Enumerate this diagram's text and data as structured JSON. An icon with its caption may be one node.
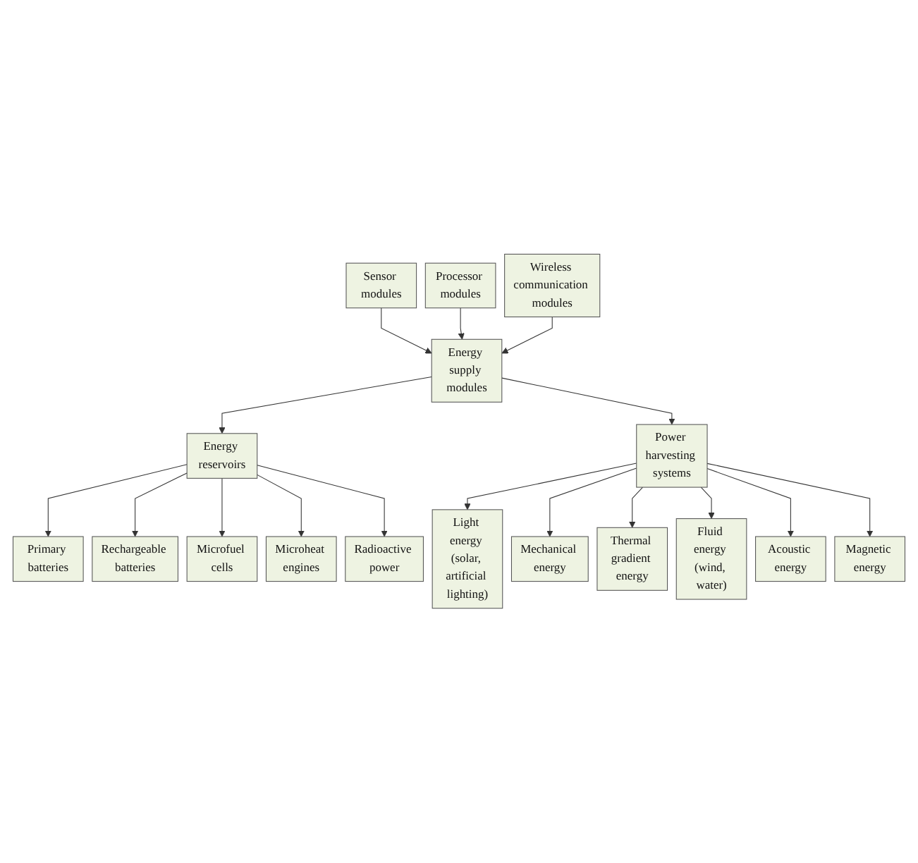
{
  "diagram": {
    "nodes": [
      {
        "text": [
          "Sensor modules"
        ]
      },
      {
        "text": [
          "Processor modules"
        ]
      },
      {
        "text": [
          "Wireless communication modules"
        ]
      },
      {
        "text": [
          "Energy supply modules"
        ]
      },
      {
        "text": [
          "Energy reservoirs"
        ]
      },
      {
        "text": [
          "Power harvesting systems"
        ]
      },
      {
        "text": [
          "Primary batteries"
        ]
      },
      {
        "text": [
          "Rechargeable batteries"
        ]
      },
      {
        "text": [
          "Microfuel cells"
        ]
      },
      {
        "text": [
          "Microheat engines"
        ]
      },
      {
        "text": [
          "Radioactive power"
        ]
      },
      {
        "text": [
          "Light energy (solar, artificial lighting)"
        ]
      },
      {
        "text": [
          "Mechanical energy"
        ]
      },
      {
        "text": [
          "Thermal gradient energy"
        ]
      },
      {
        "text": [
          "Fluid energy (wind, water)"
        ]
      },
      {
        "text": [
          "Acoustic energy"
        ]
      },
      {
        "text": [
          "Magnetic energy"
        ]
      }
    ],
    "edges": [
      {
        "from": 0,
        "to": 3,
        "arrow": "to"
      },
      {
        "from": 1,
        "to": 3,
        "arrow": "to"
      },
      {
        "from": 2,
        "to": 3,
        "arrow": "to"
      },
      {
        "from": 3,
        "to": 4,
        "arrow": "to"
      },
      {
        "from": 3,
        "to": 5,
        "arrow": "to"
      },
      {
        "from": 4,
        "to": 6,
        "arrow": "to"
      },
      {
        "from": 4,
        "to": 7,
        "arrow": "to"
      },
      {
        "from": 4,
        "to": 8,
        "arrow": "to"
      },
      {
        "from": 4,
        "to": 9,
        "arrow": "to"
      },
      {
        "from": 4,
        "to": 10,
        "arrow": "to"
      },
      {
        "from": 5,
        "to": 11,
        "arrow": "to"
      },
      {
        "from": 5,
        "to": 12,
        "arrow": "to"
      },
      {
        "from": 5,
        "to": 13,
        "arrow": "to"
      },
      {
        "from": 5,
        "to": 14,
        "arrow": "to"
      },
      {
        "from": 5,
        "to": 15,
        "arrow": "to"
      },
      {
        "from": 5,
        "to": 16,
        "arrow": "to"
      }
    ]
  }
}
